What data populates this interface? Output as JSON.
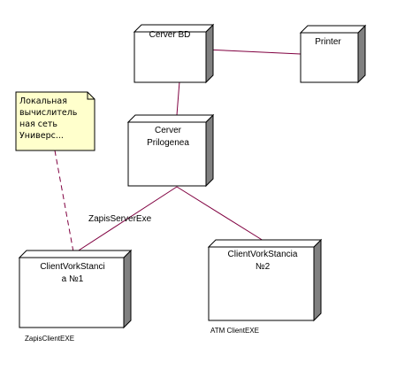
{
  "nodes": {
    "server_bd": {
      "label": "Cerver BD"
    },
    "printer": {
      "label": "Printer"
    },
    "app_server": {
      "line1": "Cerver",
      "line2": "Prilogenea"
    },
    "client_ws1": {
      "line1": "ClientVorkStanci",
      "line2": "a №1",
      "artifact": "ZapisClientEXE"
    },
    "client_ws2": {
      "line1": "ClientVorkStancia",
      "line2": "№2",
      "artifact": "ATM ClientEXE"
    }
  },
  "note": {
    "lines": [
      "Локальная",
      "вычислитель",
      "ная сеть",
      "Универс..."
    ]
  },
  "connections": {
    "server_exe_label": "ZapisServerExe"
  },
  "colors": {
    "node_fill": "#ffffff",
    "node_side": "#808080",
    "edge": "#800040",
    "note_fill": "#ffffcc",
    "outline": "#000000"
  }
}
